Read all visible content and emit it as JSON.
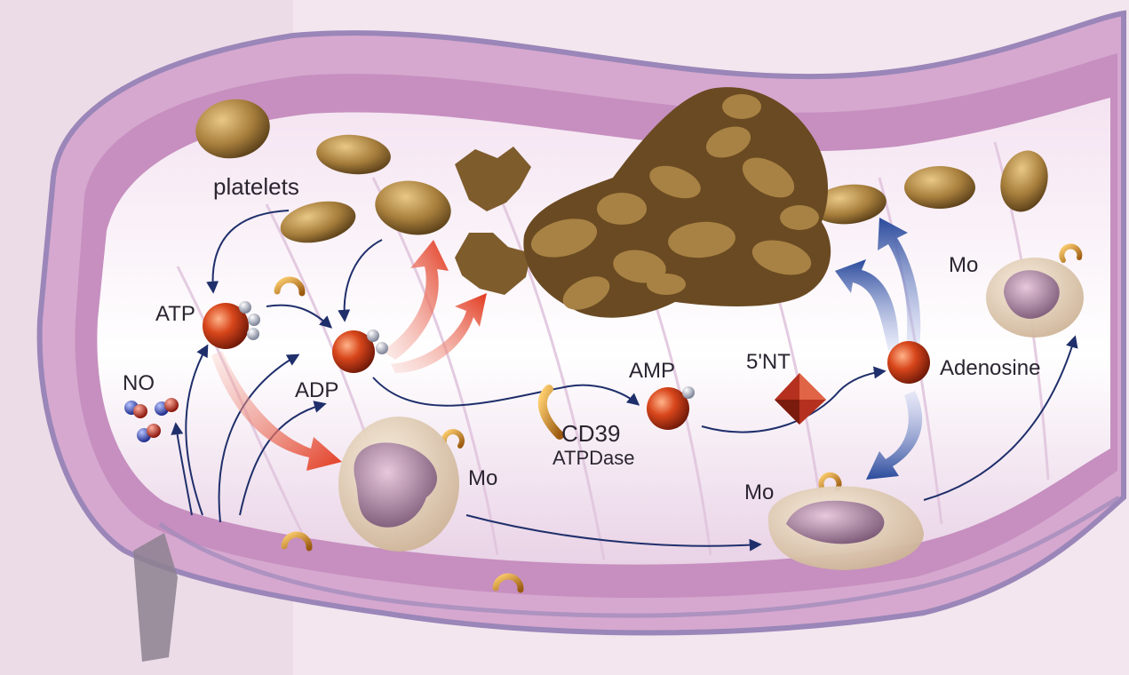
{
  "labels": {
    "platelets": "platelets",
    "atp": "ATP",
    "adp": "ADP",
    "amp": "AMP",
    "no": "NO",
    "cd39": "CD39",
    "atpdase": "ATPDase",
    "nt5": "5'NT",
    "adenosine": "Adenosine",
    "mo_center": "Mo",
    "mo_lower_right": "Mo",
    "mo_upper_right": "Mo"
  },
  "colors": {
    "background": "#f2e4ec",
    "vessel_wall": "#c88fbf",
    "vessel_lumen": "#ffffff",
    "platelet": "#b08a4a",
    "nucleotide_sphere": "#d2451c",
    "phosphate": "#c9ccd8",
    "arrow_dark": "#1f2f6b",
    "arrow_red": "#e0503a",
    "arrow_blue": "#2f4f9e",
    "ecto_enzyme": "#e0a23a",
    "monocyte": "#e8d6c0"
  }
}
